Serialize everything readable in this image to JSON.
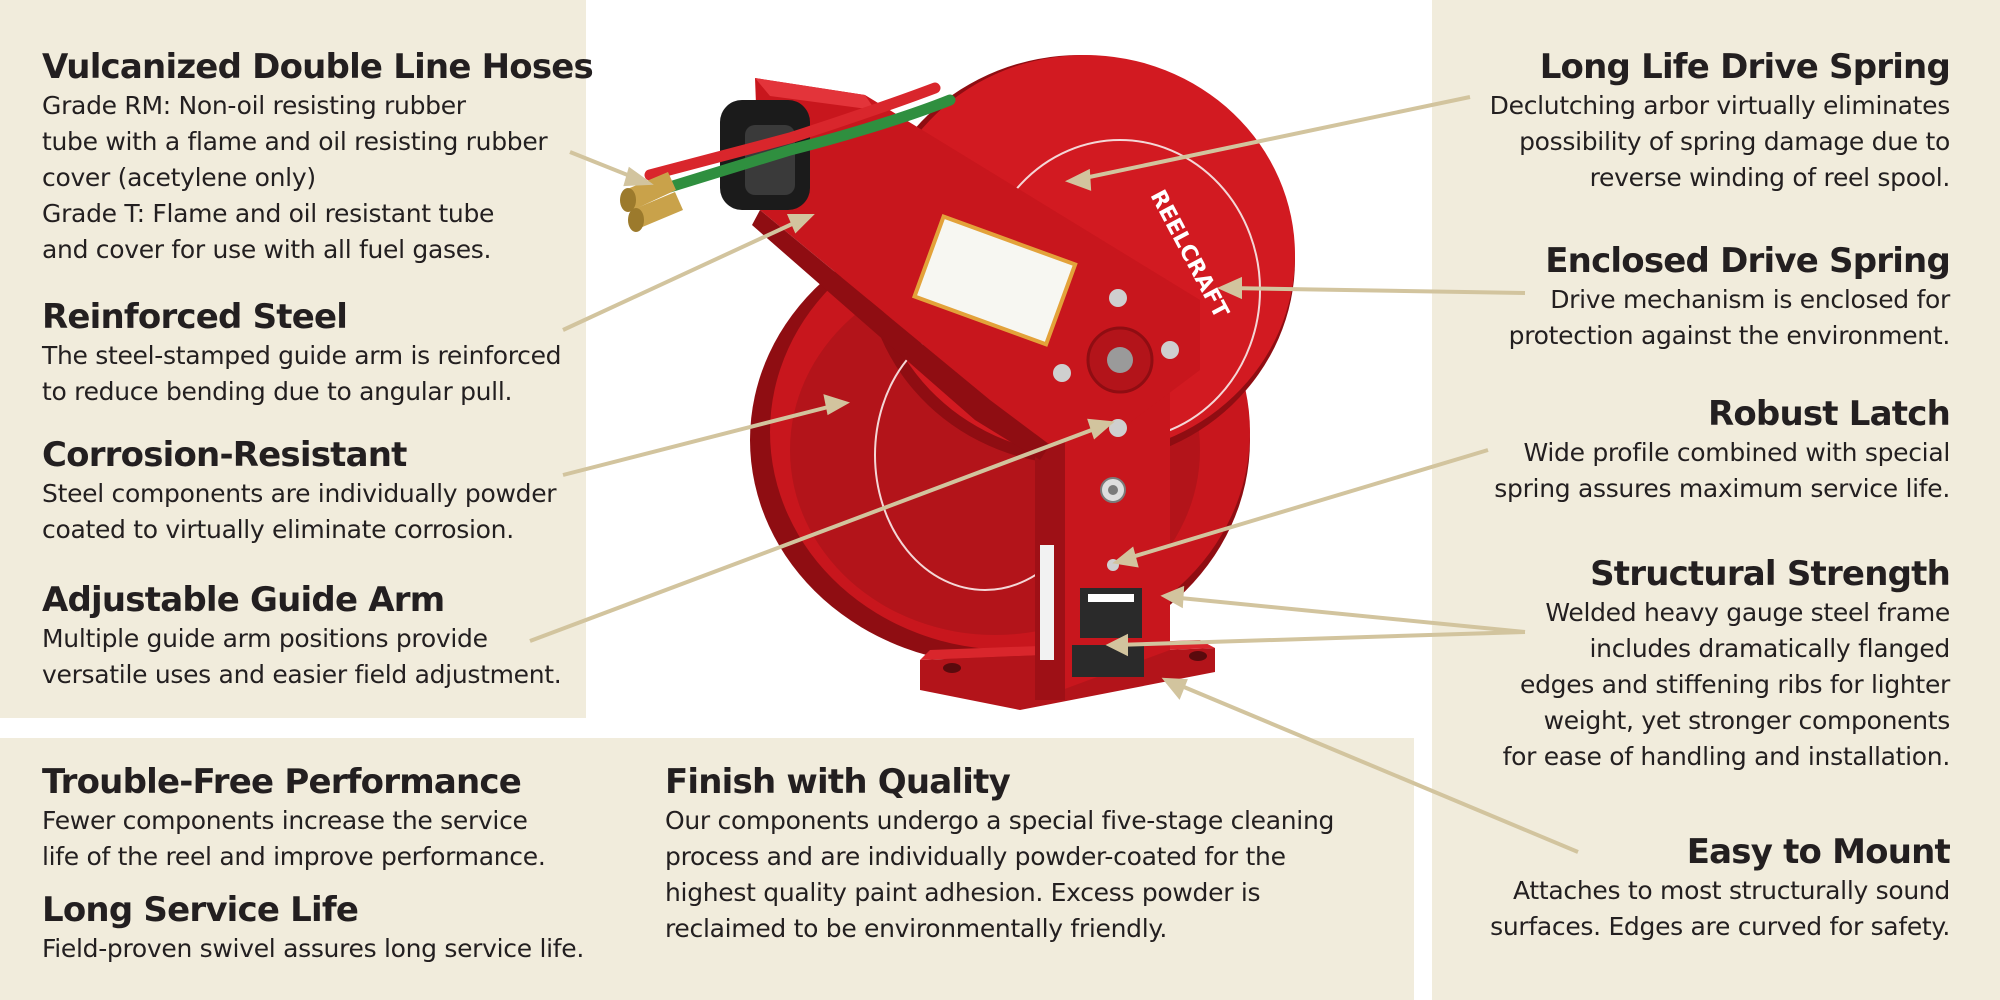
{
  "colors": {
    "panel": "#f1ecdc",
    "reel_red": "#c8161d",
    "reel_dark": "#8f0d12",
    "hose_red": "#d9262c",
    "hose_green": "#2f8f3f",
    "brass": "#c9a24a",
    "leader": "#d2c49e",
    "text": "#231f20"
  },
  "features": {
    "hoses": {
      "title": "Vulcanized Double Line Hoses",
      "body": "Grade RM: Non-oil resisting rubber\ntube with a flame and oil resisting rubber\ncover (acetylene only)\nGrade T: Flame and oil resistant tube\nand cover for use with all fuel gases."
    },
    "reinforced_steel": {
      "title": "Reinforced Steel",
      "body": "The steel-stamped guide arm is reinforced\nto reduce bending due to angular pull."
    },
    "corrosion": {
      "title": "Corrosion-Resistant",
      "body": "Steel components are individually powder\ncoated to virtually eliminate corrosion."
    },
    "guide_arm": {
      "title": "Adjustable Guide Arm",
      "body": "Multiple guide arm positions provide\nversatile uses and easier field adjustment."
    },
    "trouble_free": {
      "title": "Trouble-Free Performance",
      "body": "Fewer components increase the service\nlife of the reel and improve performance."
    },
    "service_life": {
      "title": "Long Service Life",
      "body": "Field-proven swivel assures long service life."
    },
    "finish": {
      "title": "Finish with Quality",
      "body": "Our components undergo a special five-stage cleaning\nprocess and are individually powder-coated for the\nhighest quality paint adhesion. Excess powder is\nreclaimed to be environmentally friendly."
    },
    "drive_spring": {
      "title": "Long Life Drive Spring",
      "body": "Declutching arbor virtually eliminates\npossibility of spring damage due to\nreverse winding of reel spool."
    },
    "enclosed_spring": {
      "title": "Enclosed Drive Spring",
      "body": "Drive mechanism is enclosed for\nprotection against the environment."
    },
    "latch": {
      "title": "Robust Latch",
      "body": "Wide profile combined with special\nspring assures maximum service life."
    },
    "structural": {
      "title": "Structural Strength",
      "body": "Welded heavy gauge steel frame\nincludes dramatically flanged\nedges and stiffening ribs for lighter\nweight, yet stronger components\nfor ease of handling and installation."
    },
    "mount": {
      "title": "Easy to Mount",
      "body": "Attaches to most structurally sound\nsurfaces. Edges are curved for safety."
    }
  },
  "product": {
    "brand": "REELCRAFT"
  }
}
